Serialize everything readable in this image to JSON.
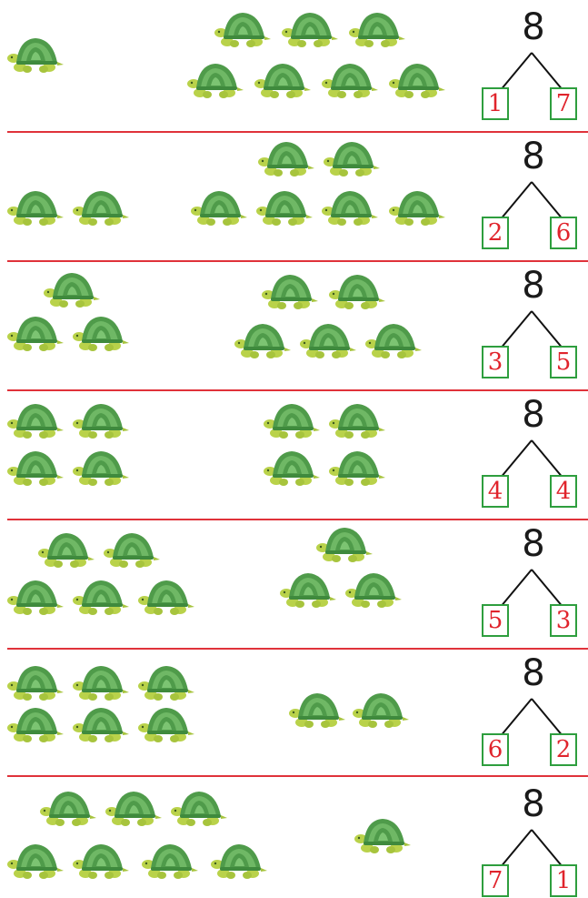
{
  "rows": [
    {
      "total": "8",
      "left": "1",
      "right": "7"
    },
    {
      "total": "8",
      "left": "2",
      "right": "6"
    },
    {
      "total": "8",
      "left": "3",
      "right": "5"
    },
    {
      "total": "8",
      "left": "4",
      "right": "4"
    },
    {
      "total": "8",
      "left": "5",
      "right": "3"
    },
    {
      "total": "8",
      "left": "6",
      "right": "2"
    },
    {
      "total": "8",
      "left": "7",
      "right": "1"
    }
  ],
  "icons": {
    "item": "turtle-icon"
  },
  "colors": {
    "divider": "#e0323a",
    "box_border": "#2e9e3e",
    "number": "#e0242c"
  }
}
